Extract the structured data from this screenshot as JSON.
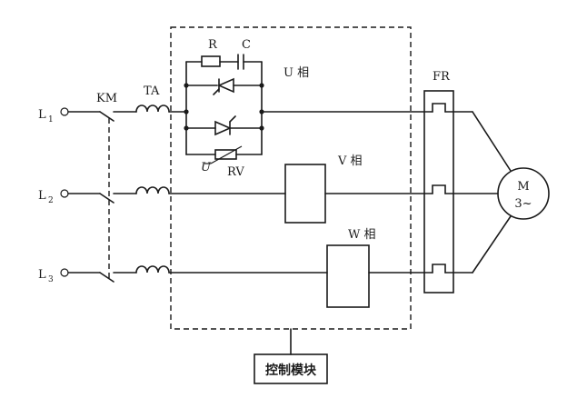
{
  "lines": {
    "l1": {
      "letter": "L",
      "sub": "1"
    },
    "l2": {
      "letter": "L",
      "sub": "2"
    },
    "l3": {
      "letter": "L",
      "sub": "3"
    }
  },
  "labels": {
    "km": "KM",
    "ta": "TA",
    "r": "R",
    "c": "C",
    "u_phase": "U 相",
    "v_phase": "V 相",
    "w_phase": "W 相",
    "u_symbol": "U",
    "rv": "RV",
    "fr": "FR",
    "motor_m": "M",
    "motor_spec": "3~",
    "control_module": "控制模块"
  }
}
